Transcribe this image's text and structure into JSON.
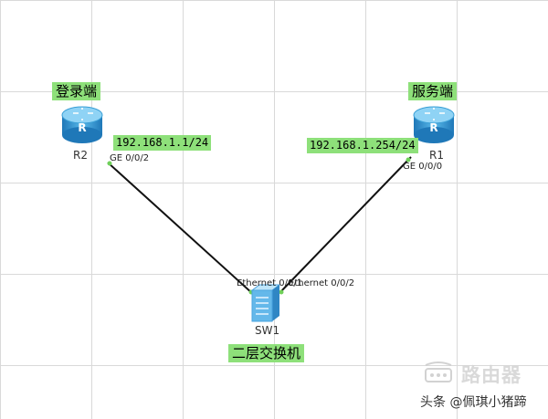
{
  "devices": {
    "r2": {
      "name": "R2",
      "role": "登录端",
      "interface": "GE 0/0/2",
      "ip": "192.168.1.1/24"
    },
    "r1": {
      "name": "R1",
      "role": "服务端",
      "interface": "GE 0/0/0",
      "ip": "192.168.1.254/24"
    },
    "sw1": {
      "name": "SW1",
      "role": "二层交换机",
      "port_left": "Ethernet 0/0/1",
      "port_right": "Ethernet 0/0/2"
    }
  },
  "watermark": {
    "brand": "路由器",
    "footer": "头条 @佩琪小猪蹄"
  },
  "colors": {
    "label_bg": "#8ee07a",
    "link": "#111111",
    "grid": "#d9d9d9",
    "router": "#3a9fd6",
    "switch": "#4aa3df"
  },
  "icons": {
    "router": "router-icon",
    "switch": "switch-icon"
  }
}
